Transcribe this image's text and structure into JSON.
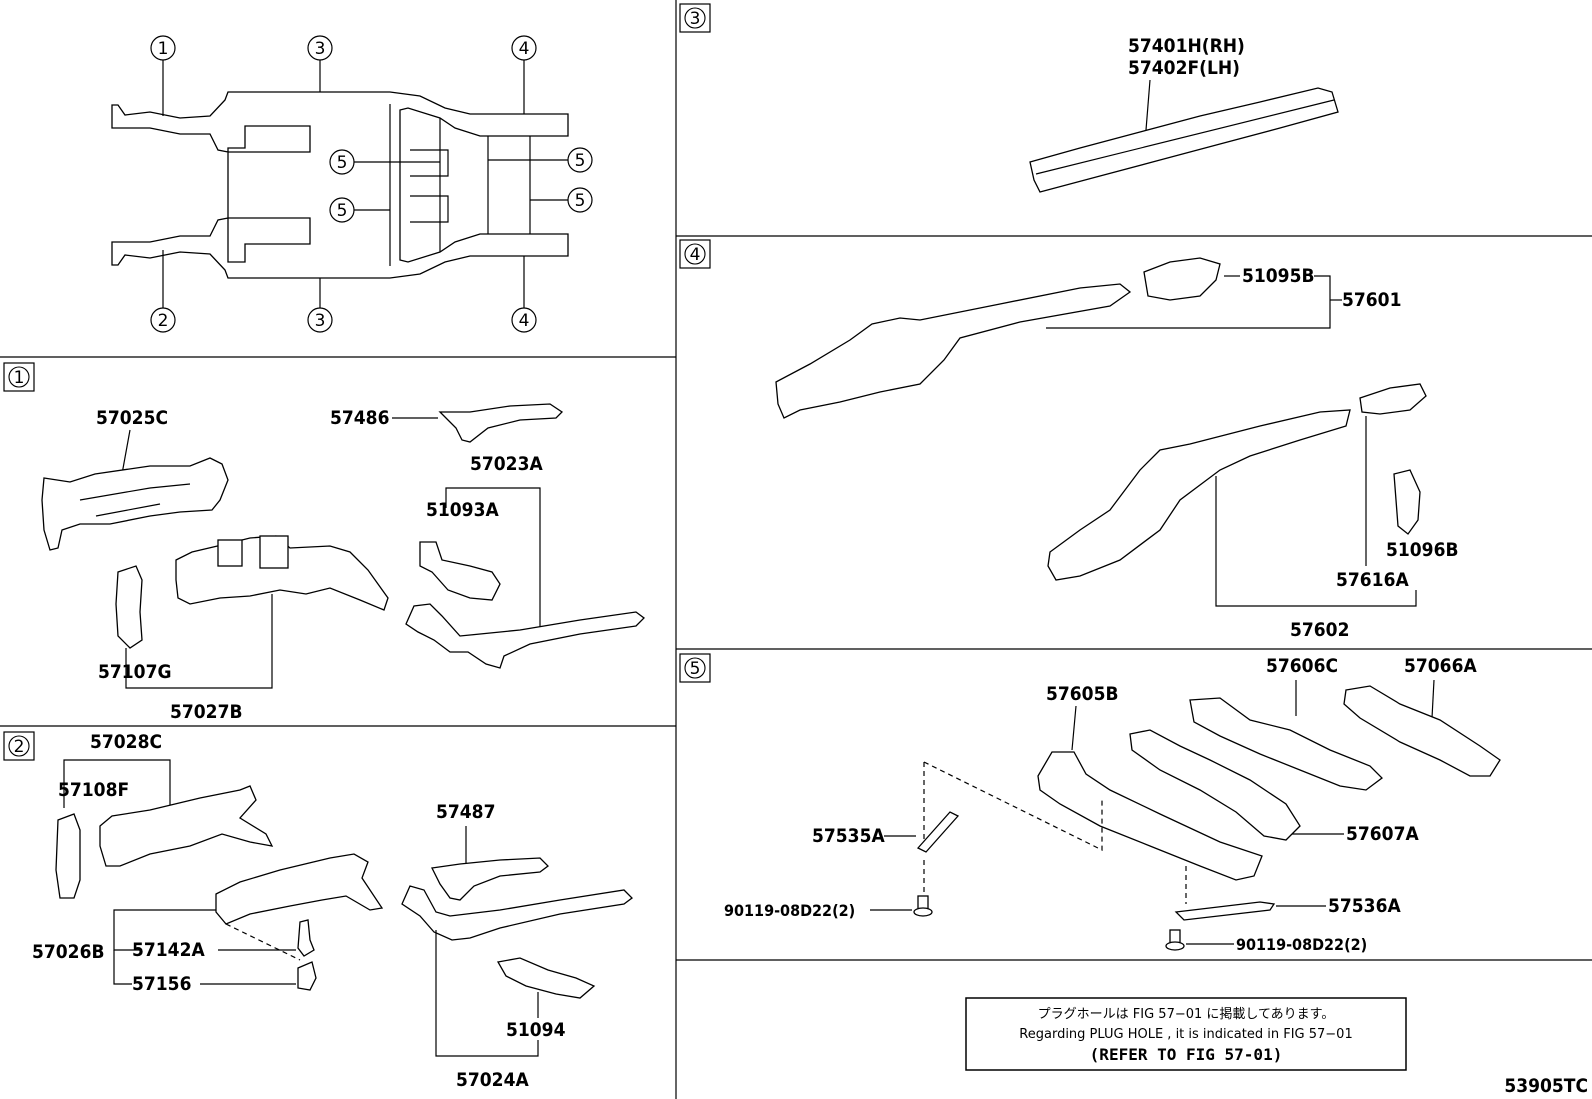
{
  "overview": {
    "callouts": [
      "1",
      "2",
      "3",
      "3",
      "4",
      "4",
      "5",
      "5",
      "5",
      "5"
    ]
  },
  "sections": [
    {
      "id": "1",
      "parts": [
        "57025C",
        "57486",
        "57023A",
        "51093A",
        "57107G",
        "57027B"
      ]
    },
    {
      "id": "2",
      "parts": [
        "57028C",
        "57108F",
        "57487",
        "57026B",
        "57142A",
        "57156",
        "51094",
        "57024A"
      ]
    },
    {
      "id": "3",
      "parts": [
        "57401H(RH)",
        "57402F(LH)"
      ]
    },
    {
      "id": "4",
      "parts": [
        "51095B",
        "57601",
        "51096B",
        "57616A",
        "57602"
      ]
    },
    {
      "id": "5",
      "parts": [
        "57605B",
        "57606C",
        "57066A",
        "57535A",
        "90119-08D22(2)",
        "57607A",
        "57536A",
        "90119-08D22(2)"
      ]
    }
  ],
  "note": {
    "jp": "プラグホールは FIG 57−01 に掲載してあります。",
    "en": "Regarding PLUG HOLE , it is indicated in FIG 57−01",
    "ref": "(REFER TO FIG 57-01)"
  },
  "figure_code": "53905TC"
}
